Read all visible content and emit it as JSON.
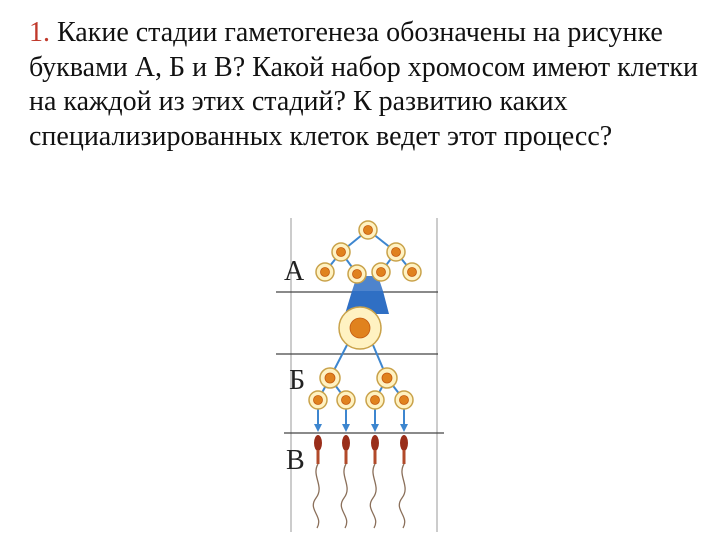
{
  "question": {
    "number": "1.",
    "text": "Какие стадии гаметогенеза обозначены на рисунке буквами А, Б и В? Какой набор хромосом имеют клетки на каждой из этих стадий? К развитию каких специализированных клеток ведет этот процесс?"
  },
  "figure": {
    "labels": [
      "А",
      "Б",
      "В"
    ],
    "colors": {
      "cell_fill": "#fff2c2",
      "cell_stroke": "#c9a24a",
      "nucleus": "#e0821e",
      "line": "#3d86cf",
      "wedge": "#2f6fc4",
      "sperm_head": "#9a2e1a",
      "divider": "#444444"
    }
  }
}
